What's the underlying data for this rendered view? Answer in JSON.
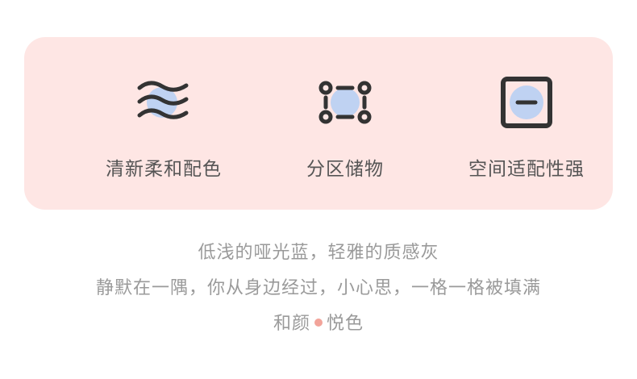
{
  "colors": {
    "card_background": "#fee6e4",
    "icon_stroke": "#333333",
    "icon_accent": "#bfd2f2",
    "label_text": "#555555",
    "poem_text": "#9a9a9a",
    "dot": "#f2a49a"
  },
  "features": [
    {
      "icon": "waves-icon",
      "label": "清新柔和配色"
    },
    {
      "icon": "partition-icon",
      "label": "分区储物"
    },
    {
      "icon": "compartment-icon",
      "label": "空间适配性强"
    }
  ],
  "poem": {
    "line1": "低浅的哑光蓝，轻雅的质感灰",
    "line2": "静默在一隅，你从身边经过，小心思，一格一格被填满",
    "line3_part1": "和颜",
    "line3_part2": "悦色"
  }
}
